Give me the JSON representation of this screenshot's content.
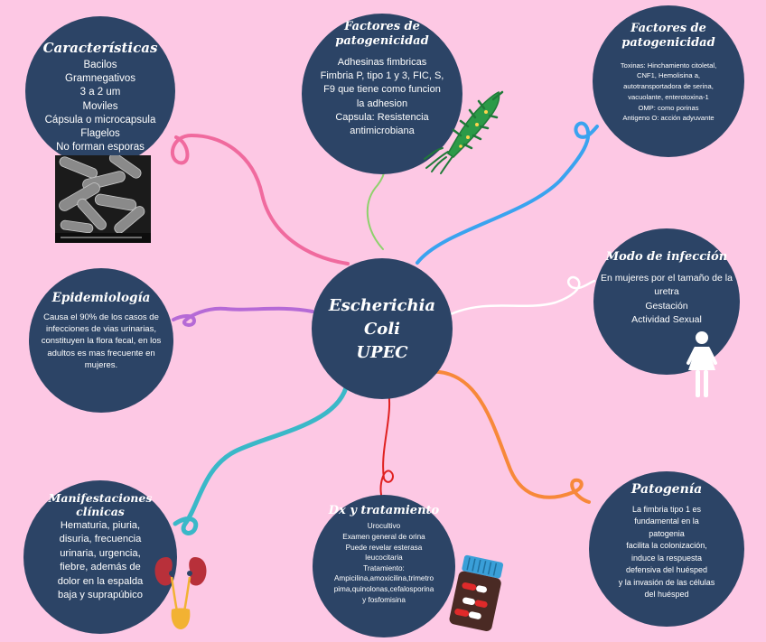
{
  "center": {
    "lines": [
      "Escherichia",
      "Coli",
      "UPEC"
    ]
  },
  "caracteristicas": {
    "title": "Características",
    "lines": [
      "Bacilos",
      "Gramnegativos",
      "3 a 2 um",
      "Moviles",
      "Cápsula o microcapsula",
      "Flagelos",
      "No forman esporas"
    ]
  },
  "factores_1": {
    "title_lines": [
      "Factores de",
      "patogenicidad"
    ],
    "lines": [
      "Adhesinas fimbricas",
      "Fimbria P, tipo 1 y 3, FIC, S,",
      "F9 que tiene como funcion",
      "la adhesion",
      "Capsula: Resistencia",
      "antimicrobiana"
    ]
  },
  "factores_2": {
    "title_lines": [
      "Factores de",
      "patogenicidad"
    ],
    "lines": [
      "Toxinas: Hinchamiento citoletal,",
      "CNF1, Hemolisina a,",
      "autotransportadora de serina,",
      "vacuolante, enterotoxina-1",
      "OMP: como porinas",
      "Antigeno O: acción adyuvante"
    ]
  },
  "modo": {
    "title": "Modo de infección",
    "lines": [
      "En mujeres por el tamaño de la",
      "uretra",
      "Gestación",
      "Actividad Sexual"
    ]
  },
  "epidemiologia": {
    "title": "Epidemiología",
    "lines": [
      "Causa el 90% de los casos de",
      "infecciones de vias urinarias,",
      "constituyen la flora fecal,  en los",
      "adultos es mas frecuente en",
      "mujeres."
    ]
  },
  "manifestaciones": {
    "title_lines": [
      "Manifestaciones",
      "clínicas"
    ],
    "lines": [
      "Hematuria, piuria,",
      "disuria, frecuencia",
      "urinaria, urgencia,",
      "fiebre, además de",
      "dolor en la espalda",
      "baja y suprapúbico"
    ]
  },
  "dx": {
    "title": "Dx y tratamiento",
    "lines": [
      "Urocultivo",
      "Examen general de orina",
      "Puede revelar esterasa",
      "leucocitaria",
      "Tratamiento:",
      "Ampicilina,amoxicilina,trimetro",
      "pima,quinolonas,cefalosporina",
      "y fosfomisina"
    ]
  },
  "patogenia": {
    "title": "Patogenía",
    "lines": [
      "La fimbria tipo 1 es",
      "fundamental en la",
      "patogenia",
      "facilita la colonización,",
      "induce la respuesta",
      "defensiva del huésped",
      "y la invasión de las células",
      "del huésped"
    ]
  },
  "colors": {
    "background": "#fdc8e4",
    "circle": "#2c4466",
    "connector_caract": "#f06a9e",
    "connector_fact1": "#8ed16c",
    "connector_fact2": "#3aa3ef",
    "connector_modo": "#ffffff",
    "connector_epi": "#b56ad6",
    "connector_manif": "#3ab8c8",
    "connector_dx": "#e02020",
    "connector_pato": "#f7883a"
  },
  "icons": [
    "bacteria-micrograph",
    "bacterium-icon",
    "woman-icon",
    "kidneys-icon",
    "pill-bottle-icon"
  ]
}
